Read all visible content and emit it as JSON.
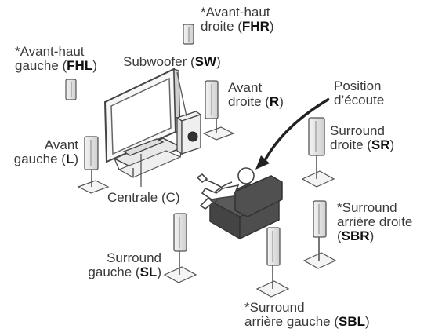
{
  "colors": {
    "ink": "#3a3a3a",
    "speaker_fill": "#e6e6e6",
    "speaker_shade": "#cfcfcf",
    "sofa": "#4a4a4a",
    "stroke": "#555555"
  },
  "labels": {
    "fhr": {
      "prefix": "*Avant-haut",
      "line2": "droite (",
      "code": "FHR",
      "suffix": ")"
    },
    "fhl": {
      "prefix": "*Avant-haut",
      "line2": "gauche (",
      "code": "FHL",
      "suffix": ")"
    },
    "sw": {
      "line1": "Subwoofer (",
      "code": "SW",
      "suffix": ")"
    },
    "r": {
      "prefix": "Avant",
      "line2": "droite (",
      "code": "R",
      "suffix": ")"
    },
    "listen": {
      "line1": "Position",
      "line2": "d’écoute"
    },
    "sr": {
      "prefix": "Surround",
      "line2": "droite (",
      "code": "SR",
      "suffix": ")"
    },
    "l": {
      "prefix": "Avant",
      "line2": "gauche (",
      "code": "L",
      "suffix": ")"
    },
    "c": {
      "text": "Centrale (C)"
    },
    "sbr": {
      "prefix": "*Surround",
      "line2": "arrière droite",
      "line3pre": "(",
      "code": "SBR",
      "suffix": ")"
    },
    "sl": {
      "prefix": "Surround",
      "line2": "gauche (",
      "code": "SL",
      "suffix": ")"
    },
    "sbl": {
      "prefix": "*Surround",
      "line2": "arrière gauche (",
      "code": "SBL",
      "suffix": ")"
    }
  }
}
